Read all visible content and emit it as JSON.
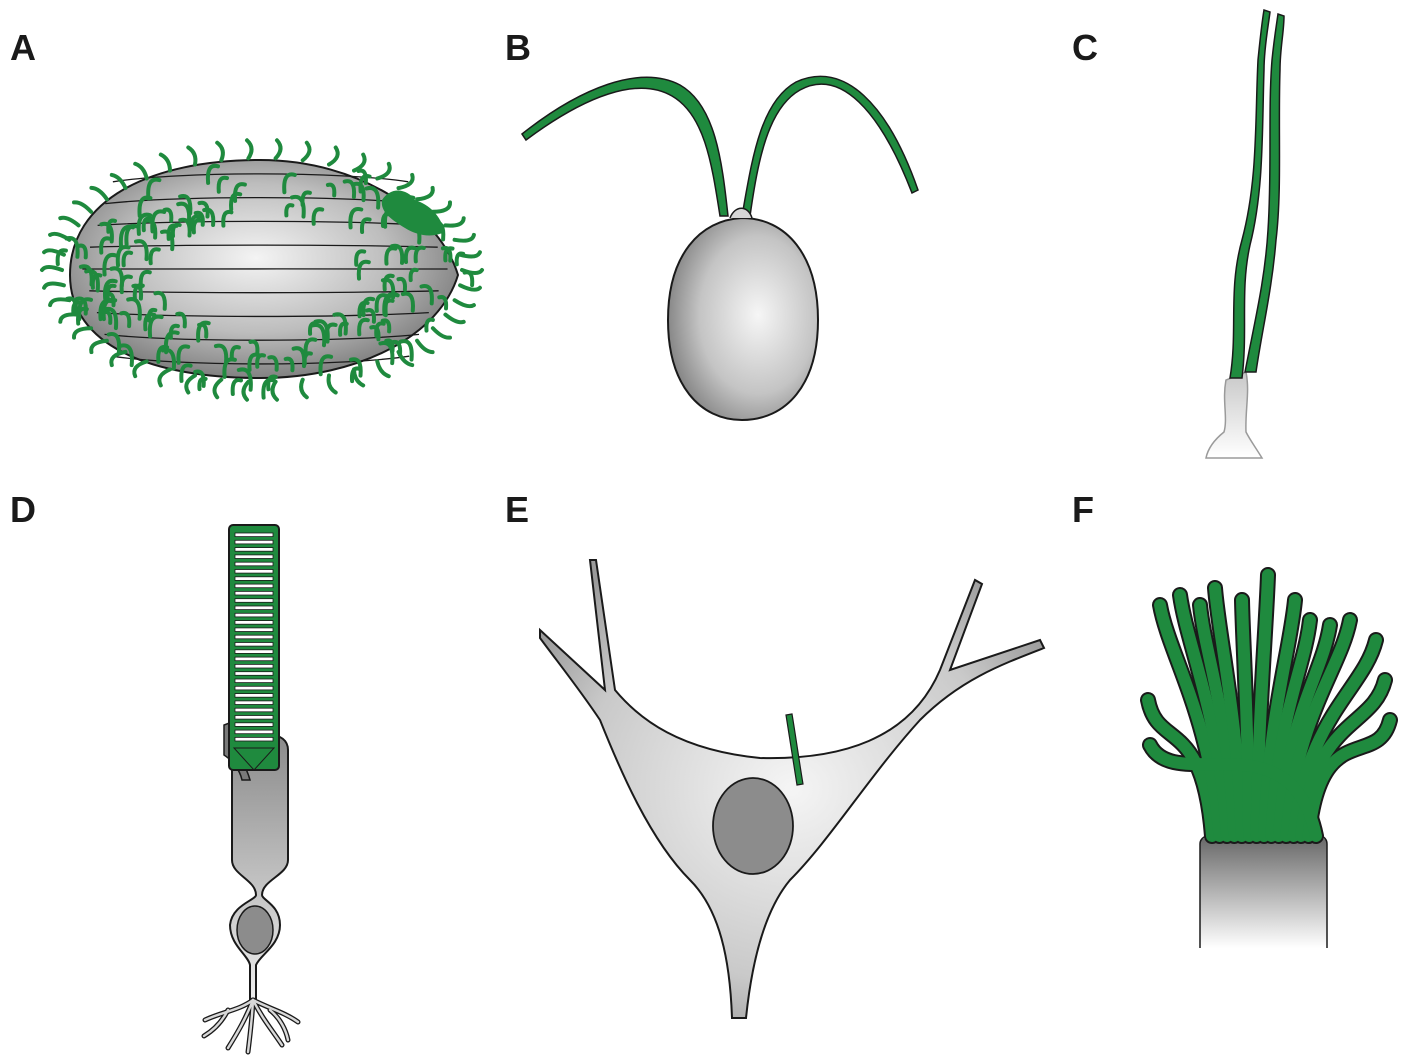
{
  "figure": {
    "panels": [
      {
        "id": "a",
        "label": "A"
      },
      {
        "id": "b",
        "label": "B"
      },
      {
        "id": "c",
        "label": "C"
      },
      {
        "id": "d",
        "label": "D"
      },
      {
        "id": "e",
        "label": "E"
      },
      {
        "id": "f",
        "label": "F"
      }
    ]
  },
  "colors": {
    "cilia_green": "#1f8a3e",
    "outline": "#1a1a1a",
    "cell_gray_light": "#f2f2f2",
    "cell_gray_mid": "#bdbdbd",
    "cell_gray_dark": "#7a7a7a",
    "nucleus_gray": "#8c8c8c"
  },
  "icons": {
    "a": "ciliate-protist",
    "b": "biflagellate-alga",
    "c": "primary-cilium-pair",
    "d": "photoreceptor-cell",
    "e": "neuron-with-primary-cilium",
    "f": "multiciliated-epithelial-cell"
  }
}
